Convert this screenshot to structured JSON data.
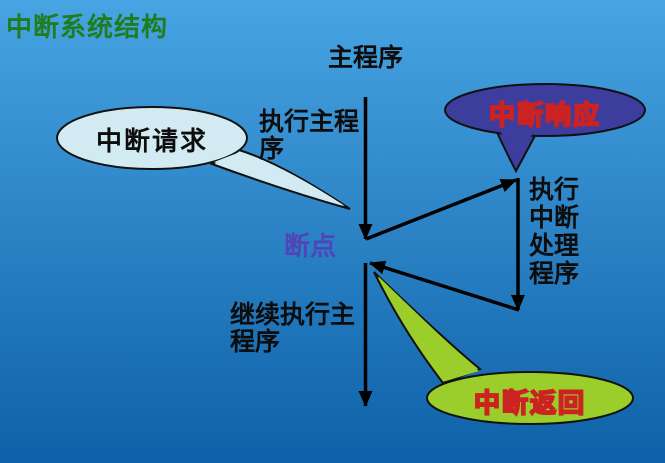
{
  "slide": {
    "title": "中断系统结构"
  },
  "flow": {
    "main_program": "主程序",
    "execute_main": "执行主程\n序",
    "breakpoint": "断点",
    "continue_main": "继续执行主\n程序",
    "execute_handler": "执行\n中断\n处理\n程序"
  },
  "callouts": {
    "request": "中断请求",
    "response": "中断响应",
    "return": "中断返回"
  },
  "colors": {
    "bg_top": "#48a4e2",
    "bg_bottom": "#0e61a8",
    "title": "#1f7d1f",
    "text_black": "#0d0d0d",
    "breakpoint": "#5143b8",
    "line": "#000000",
    "request_fill": "#d2ebf2",
    "response_fill": "#3d3d9e",
    "return_fill": "#9bce2b",
    "callout_stroke": "#111111",
    "callout_text_fill": "#ffffff",
    "callout_text_stroke": "#cc2222"
  }
}
